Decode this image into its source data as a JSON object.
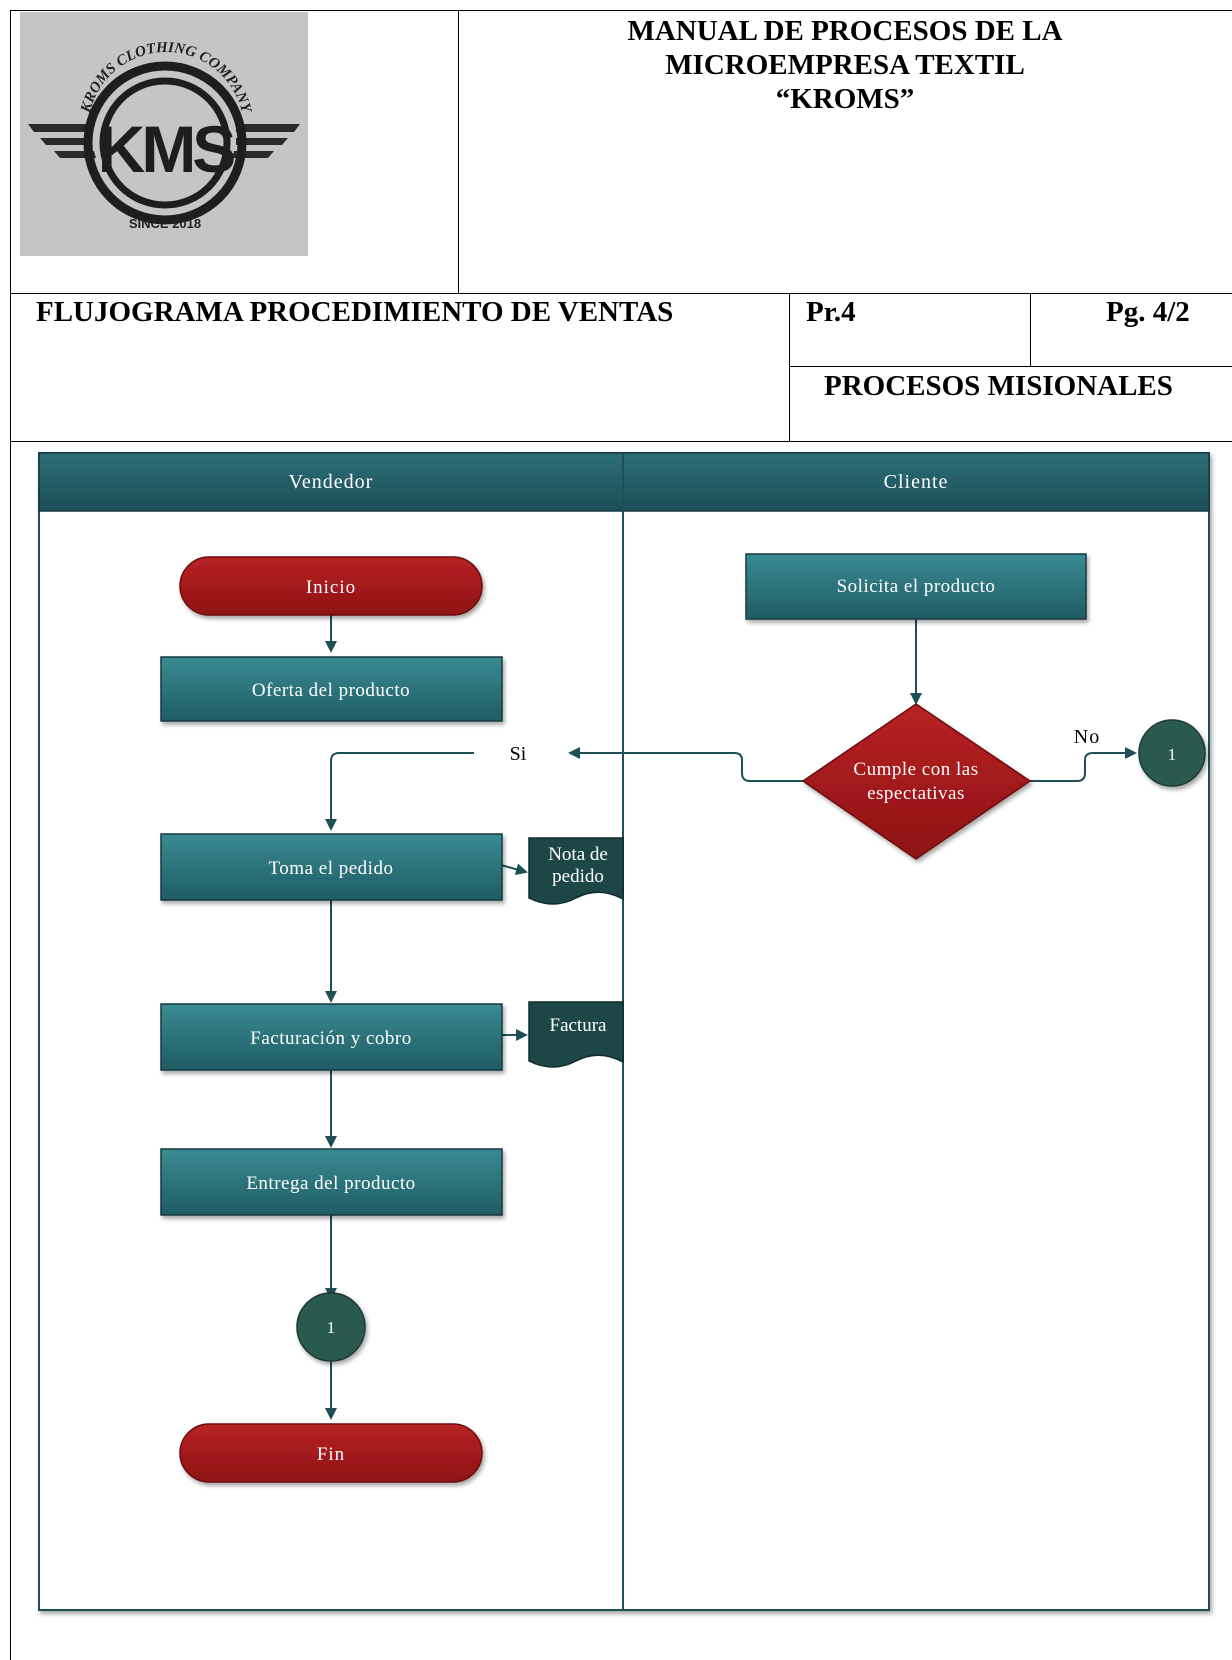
{
  "header": {
    "title_lines": [
      "MANUAL DE PROCESOS DE LA",
      "MICROEMPRESA TEXTIL",
      "“KROMS”"
    ],
    "procedure_title": "FLUJOGRAMA PROCEDIMIENTO DE VENTAS",
    "procedure_code": "Pr.4",
    "page": "Pg. 4/2",
    "process_type": "PROCESOS MISIONALES",
    "logo": {
      "arc_text": "KROMS CLOTHING COMPANY",
      "monogram": "KMS",
      "since_text": "SINCE 2018"
    }
  },
  "lanes": {
    "left": "Vendedor",
    "right": "Cliente"
  },
  "nodes": {
    "inicio": "Inicio",
    "oferta": "Oferta del producto",
    "solicita": "Solicita el producto",
    "decision_line1": "Cumple con las",
    "decision_line2": "espectativas",
    "si": "Si",
    "no": "No",
    "toma": "Toma el pedido",
    "nota_line1": "Nota de",
    "nota_line2": "pedido",
    "facturacion": "Facturación y cobro",
    "factura": "Factura",
    "entrega": "Entrega del producto",
    "connector_out": "1",
    "connector_in": "1",
    "fin": "Fin"
  },
  "colors": {
    "teal_dark": "#1e4f57",
    "teal_light": "#2f7a83",
    "red_terminal": "#a6191b",
    "connector_green": "#2b5a50",
    "document_dark": "#1d4747"
  }
}
